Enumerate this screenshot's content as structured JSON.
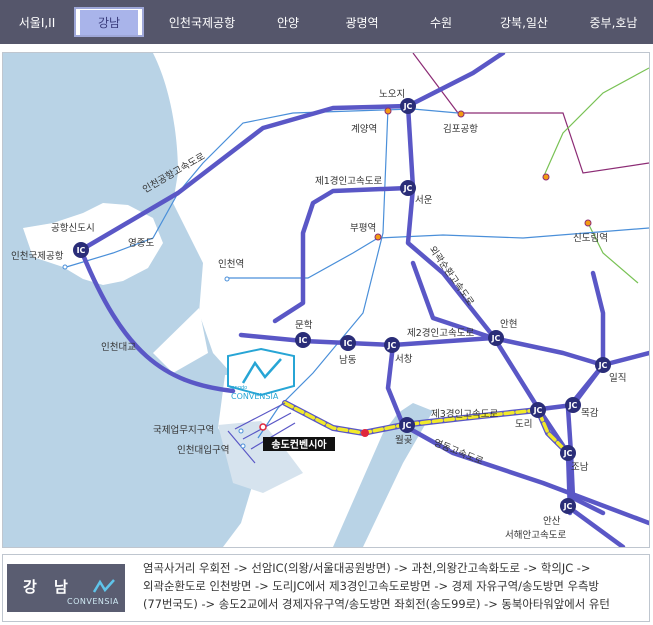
{
  "nav": {
    "tabs": [
      {
        "label": "서울I,II",
        "active": false
      },
      {
        "label": "강남",
        "active": true
      },
      {
        "label": "인천국제공항",
        "active": false
      },
      {
        "label": "안양",
        "active": false
      },
      {
        "label": "광명역",
        "active": false
      },
      {
        "label": "수원",
        "active": false
      },
      {
        "label": "강북,일산",
        "active": false
      },
      {
        "label": "중부,호남",
        "active": false
      }
    ]
  },
  "map": {
    "places": {
      "airport_city": "공항신도시",
      "incheon_airport": "인천국제공항",
      "yeongjongdo": "영종도",
      "incheon_station": "인천역",
      "incheon_bridge": "인천대교",
      "munhak": "문학",
      "namdong": "남동",
      "seochang": "서창",
      "woolgot": "월곶",
      "dori": "도리",
      "mokgam": "목감",
      "josam": "조남",
      "ilik": "일직",
      "anhyeon": "안현",
      "sanggwang": "안산",
      "seohaean_road": "서해안고속도로",
      "nojji": "노오지",
      "gyeyang": "계양역",
      "gimpo": "김포공항",
      "seomun": "서운",
      "bupyeong": "부평역",
      "sindorim": "신도림역",
      "intl_zone": "국제업무지구역",
      "incheon_univ": "인천대입구역",
      "songdo_convensia": "송도컨벤시아"
    },
    "roads": {
      "airport_expressway": "인천공항고속도로",
      "gyeongin1": "제1경인고속도로",
      "gyeongin2": "제2경인고속도로",
      "gyeongin3": "제3경인고속도로",
      "outer_ring": "외곽순환고속도로",
      "yeongdong": "영동고속도로"
    },
    "jc_label": "JC",
    "ic_label": "IC",
    "logo": {
      "small": "songdo",
      "big": "CONVENSIA"
    },
    "colors": {
      "sea": "#b9d3e6",
      "land": "#ffffff",
      "expressway": "#5a57c6",
      "route": "#f2ea2a",
      "metro_blue": "#4a8fd9",
      "metro_pink": "#8c2c75",
      "metro_green": "#79c255",
      "destination": "#e0263c"
    }
  },
  "info": {
    "logo_title": "강 남",
    "logo_sub": "CONVENSIA",
    "lines": [
      "염곡사거리 우회전 -> 선암IC(의왕/서울대공원방면) -> 과천,의왕간고속화도로 -> 학의JC ->",
      "외곽순환도로 인천방면 -> 도리JC에서 제3경인고속도로방면 -> 경제 자유구역/송도방면 우측방",
      "(77번국도) -> 송도2교에서 경제자유구역/송도방면 좌회전(송도99로) -> 동북아타워앞에서 유턴"
    ]
  }
}
